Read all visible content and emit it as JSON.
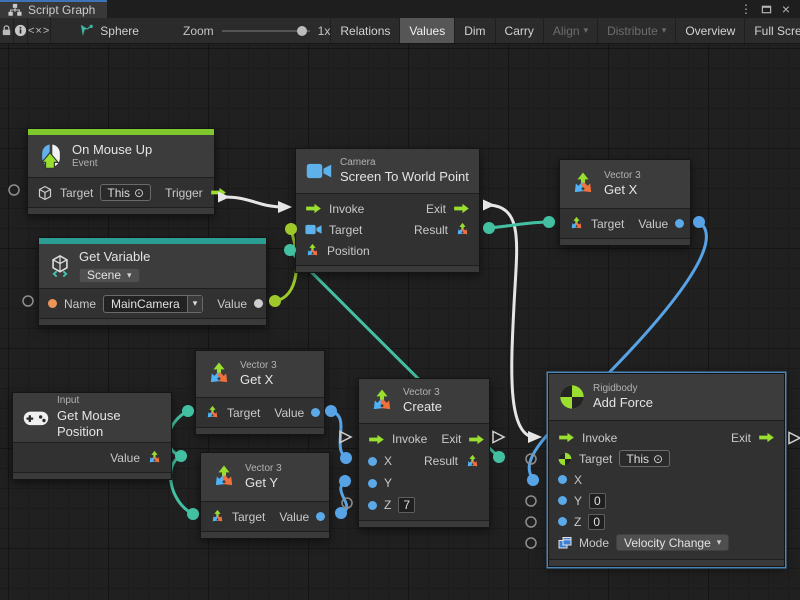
{
  "window": {
    "tab_label": "Script Graph",
    "controls": {
      "menu": "⋮",
      "maximize": "maximize",
      "close": "×"
    }
  },
  "toolbar": {
    "lock_icon": "lock",
    "info_icon": "info",
    "code_button": "<×>",
    "graph_name": "Sphere",
    "zoom_label": "Zoom",
    "zoom_value": "1x",
    "zoom_percent": 91,
    "buttons": [
      {
        "label": "Relations",
        "active": false,
        "disabled": false,
        "caret": false
      },
      {
        "label": "Values",
        "active": true,
        "disabled": false,
        "caret": false
      },
      {
        "label": "Dim",
        "active": false,
        "disabled": false,
        "caret": false
      },
      {
        "label": "Carry",
        "active": false,
        "disabled": false,
        "caret": false
      },
      {
        "label": "Align",
        "active": false,
        "disabled": true,
        "caret": true
      },
      {
        "label": "Distribute",
        "active": false,
        "disabled": true,
        "caret": true
      },
      {
        "label": "Overview",
        "active": false,
        "disabled": false,
        "caret": false
      },
      {
        "label": "Full Screen",
        "active": false,
        "disabled": false,
        "caret": false
      }
    ]
  },
  "nodes": {
    "on_mouse_up": {
      "title": "On Mouse Up",
      "subtitle": "Event",
      "target_label": "Target",
      "target_value": "This",
      "trigger_label": "Trigger"
    },
    "get_variable": {
      "title": "Get Variable",
      "scope_value": "Scene",
      "name_label": "Name",
      "name_value": "MainCamera",
      "value_label": "Value"
    },
    "camera": {
      "category": "Camera",
      "title": "Screen To World Point",
      "invoke_label": "Invoke",
      "exit_label": "Exit",
      "target_label": "Target",
      "result_label": "Result",
      "position_label": "Position"
    },
    "get_x_top": {
      "category": "Vector 3",
      "title": "Get X",
      "target_label": "Target",
      "value_label": "Value"
    },
    "get_x_mid": {
      "category": "Vector 3",
      "title": "Get X",
      "target_label": "Target",
      "value_label": "Value"
    },
    "get_y": {
      "category": "Vector 3",
      "title": "Get Y",
      "target_label": "Target",
      "value_label": "Value"
    },
    "get_mouse_position": {
      "category": "Input",
      "title": "Get Mouse Position",
      "value_label": "Value"
    },
    "vector3_create": {
      "category": "Vector 3",
      "title": "Create",
      "invoke_label": "Invoke",
      "exit_label": "Exit",
      "x_label": "X",
      "y_label": "Y",
      "z_label": "Z",
      "z_value": "7",
      "result_label": "Result"
    },
    "add_force": {
      "category": "Rigidbody",
      "title": "Add Force",
      "invoke_label": "Invoke",
      "exit_label": "Exit",
      "target_label": "Target",
      "target_value": "This",
      "x_label": "X",
      "y_label": "Y",
      "y_value": "0",
      "z_label": "Z",
      "z_value": "0",
      "mode_label": "Mode",
      "mode_value": "Velocity Change"
    }
  },
  "colors": {
    "event_accent": "#7ec82d",
    "variable_accent": "#2a9e93",
    "flow_wire": "#e6e6e6",
    "object_wire": "#9dc92b",
    "vector3_wire": "#43c0a2",
    "float_wire": "#57a3e6",
    "string_port": "#ec9558",
    "selection_border": "#4a85b8"
  }
}
